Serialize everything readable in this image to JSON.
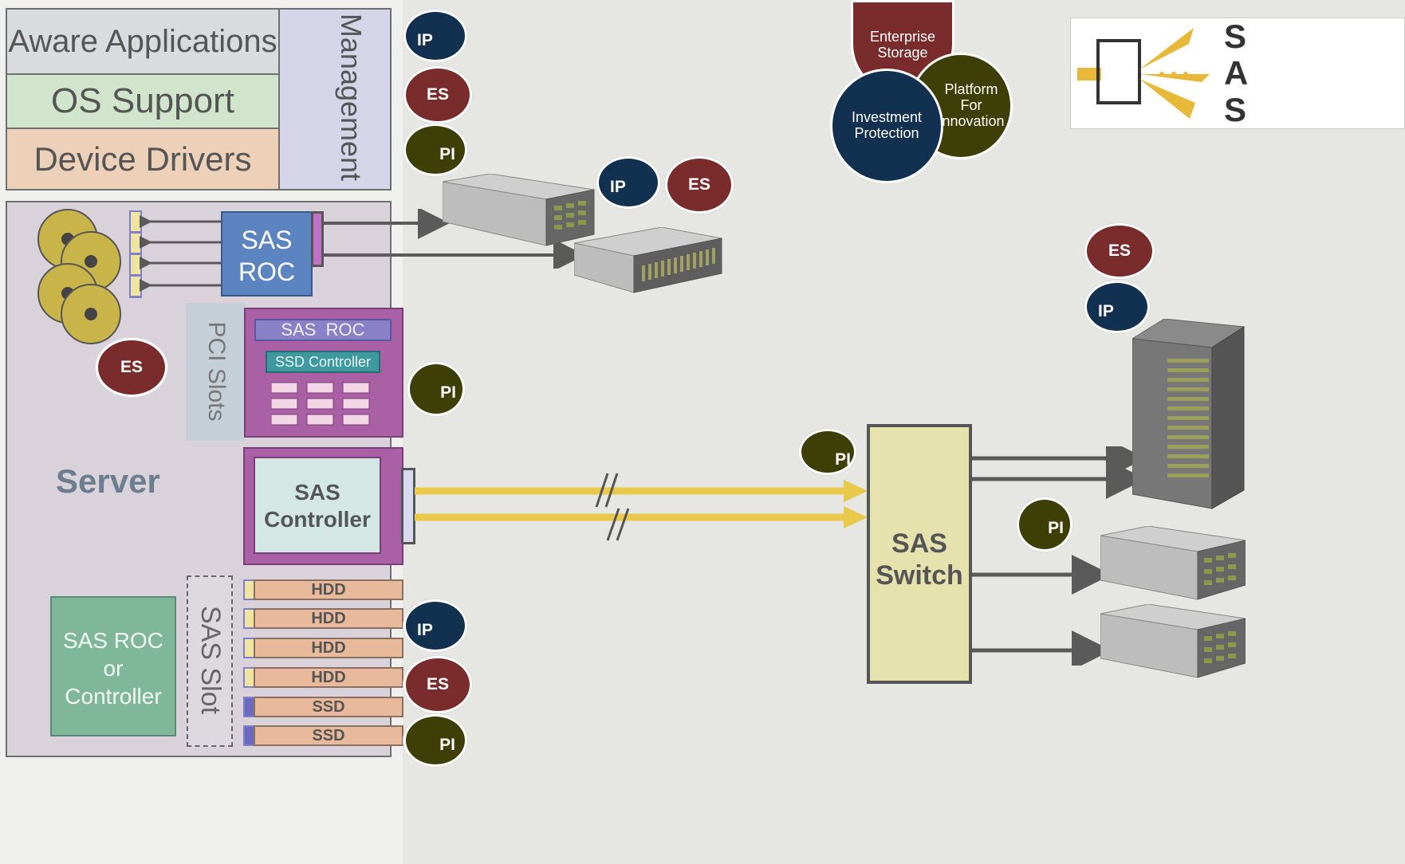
{
  "stack": {
    "aware_apps": "Aware Applications",
    "os_support": "OS Support",
    "device_drivers": "Device Drivers",
    "management": "Management"
  },
  "server": {
    "label": "Server",
    "sas_roc_top": "SAS\nROC",
    "pci_slots": "PCI Slots",
    "pci_card_roc": "SAS  ROC",
    "pci_card_ssd": "SSD Controller",
    "sas_controller": "SAS\nController",
    "sas_roc_or_controller": "SAS ROC\nor\nController",
    "sas_slot": "SAS Slot",
    "drives": [
      "HDD",
      "HDD",
      "HDD",
      "HDD",
      "SSD",
      "SSD"
    ]
  },
  "switch": {
    "label": "SAS\nSwitch"
  },
  "badges": {
    "ip": "IP",
    "es": "ES",
    "pi": "PI"
  },
  "venn": {
    "enterprise_storage": "Enterprise\nStorage",
    "platform": "Platform\nFor\nInnovation",
    "investment": "Investment\nProtection"
  },
  "logo": {
    "letters": "SAS"
  },
  "colors": {
    "ip": "#12304f",
    "es": "#7a2c2c",
    "pi": "#3e3f06",
    "link_yellow": "#e8c94a",
    "arrow_gray": "#5a5a5a"
  }
}
